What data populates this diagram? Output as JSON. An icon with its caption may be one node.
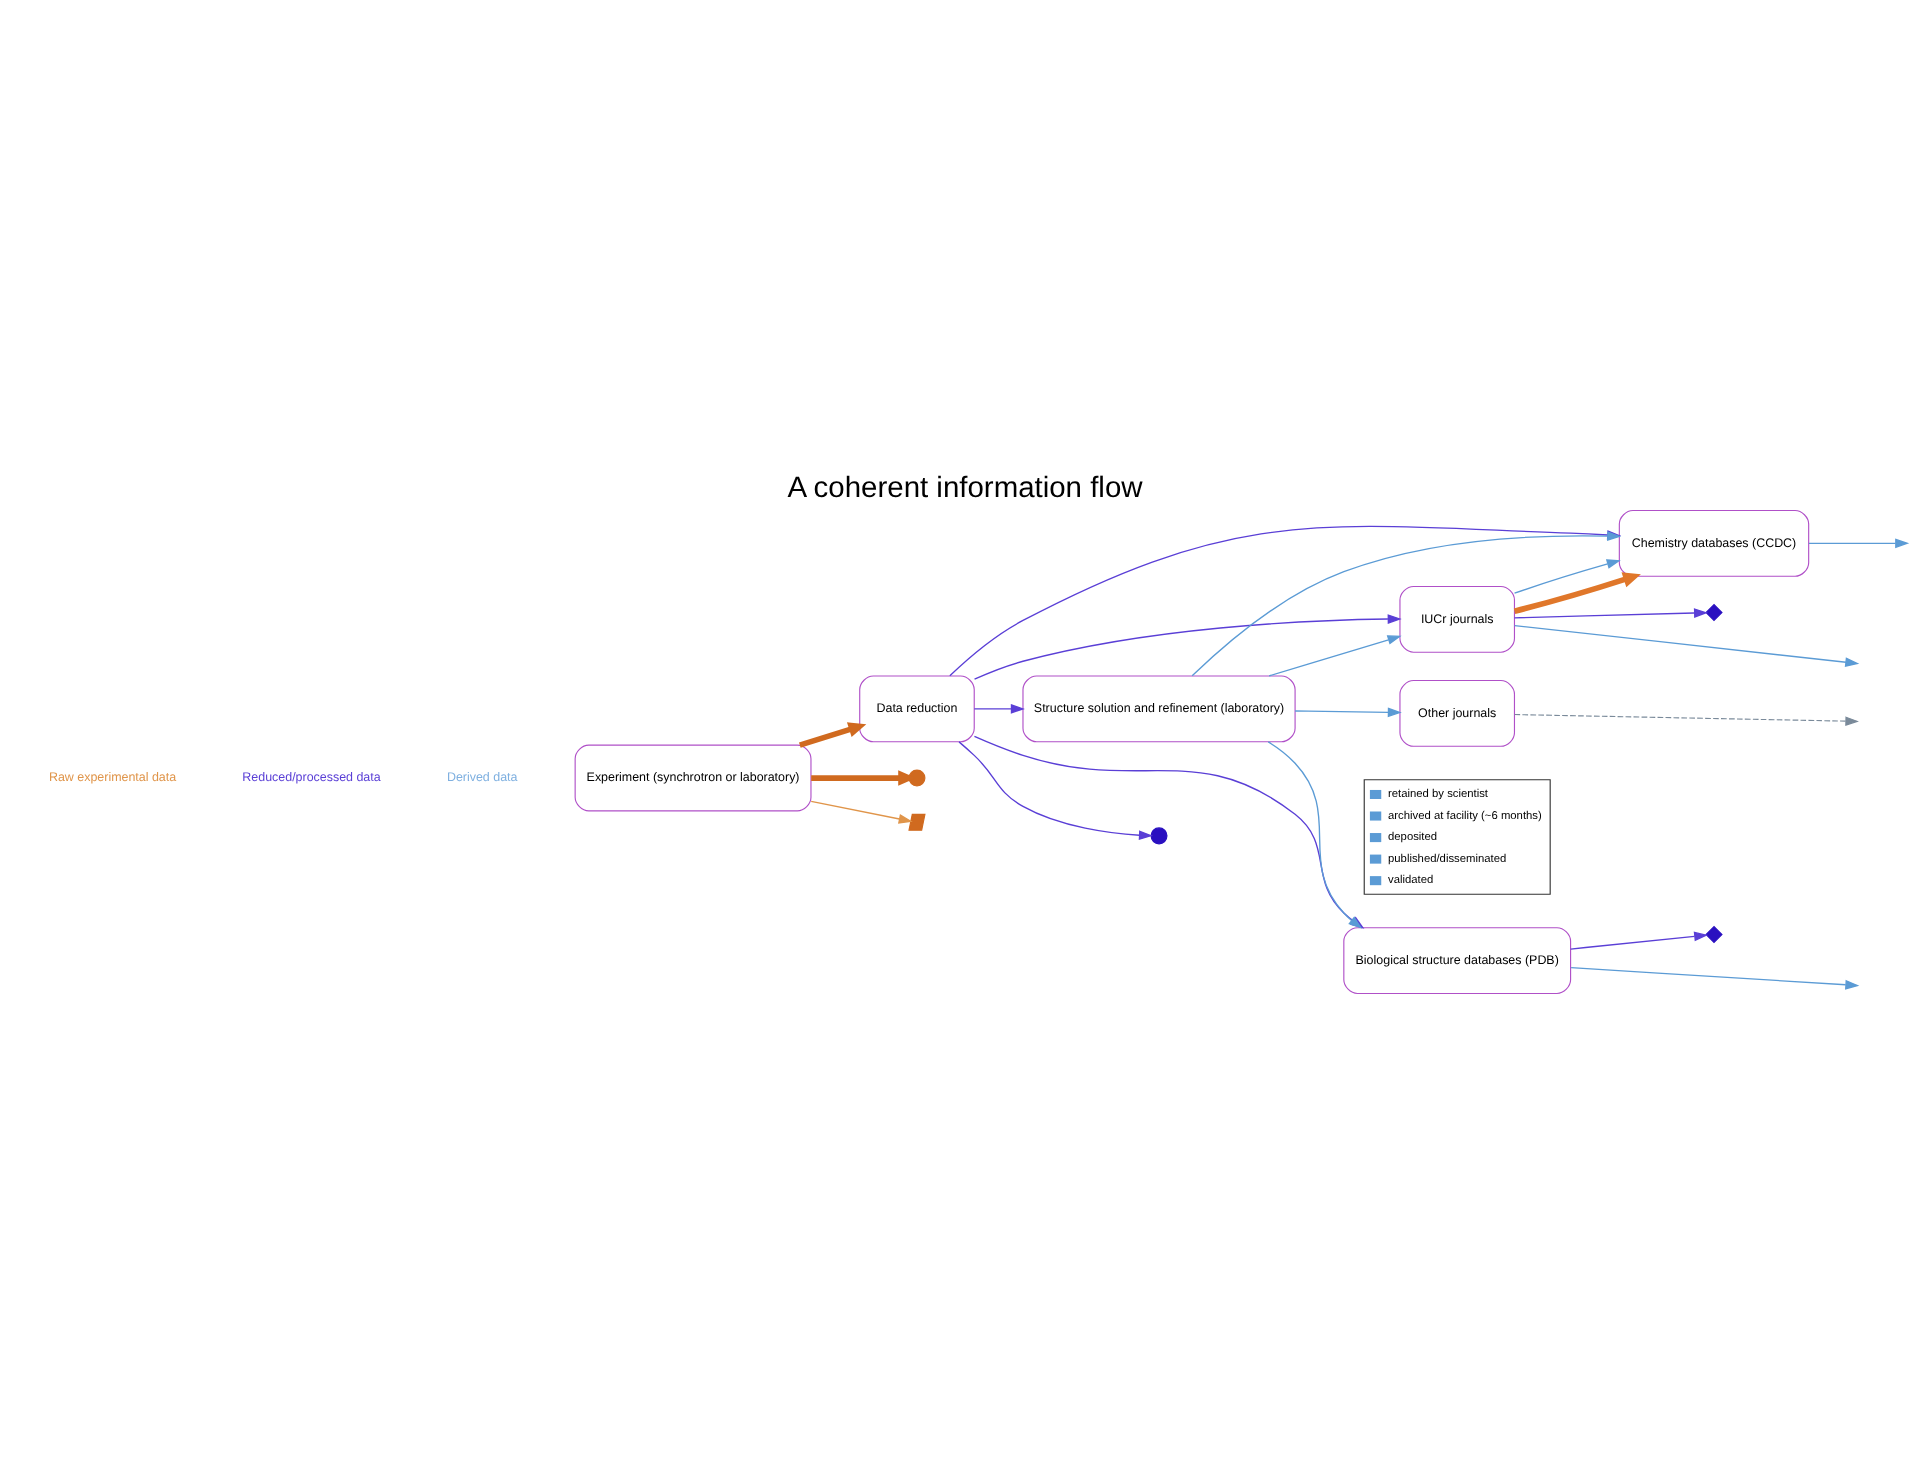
{
  "diagram": {
    "title": "A coherent information flow",
    "nodes": [
      {
        "text": [
          "Experiment (synchrotron or laboratory)"
        ]
      },
      {
        "text": [
          "Data reduction"
        ]
      },
      {
        "text": [
          "Structure solution and refinement (laboratory)"
        ]
      },
      {
        "text": [
          "IUCr journals"
        ]
      },
      {
        "text": [
          "Chemistry databases (CCDC)"
        ]
      },
      {
        "text": [
          "Other journals"
        ]
      },
      {
        "text": [
          "Biological structure databases (PDB)"
        ]
      },
      {
        "text": [],
        "shape": "circle"
      },
      {
        "text": [],
        "shape": "parallelogram"
      },
      {
        "text": [],
        "shape": "circle"
      },
      {
        "text": [],
        "shape": "diamond"
      },
      {
        "text": [],
        "shape": "diamond"
      }
    ],
    "edges": [
      {
        "from": 0,
        "to": 1,
        "arrow": "to",
        "style": "thick",
        "color": "#d06a1f"
      },
      {
        "from": 0,
        "to": 7,
        "arrow": "to",
        "style": "thick",
        "color": "#d06a1f"
      },
      {
        "from": 0,
        "to": 8,
        "arrow": "to",
        "color": "#e0954a"
      },
      {
        "from": 1,
        "to": 2,
        "arrow": "to",
        "color": "#5a3fd6"
      },
      {
        "from": 1,
        "to": 9,
        "arrow": "to",
        "color": "#5a3fd6"
      },
      {
        "from": 1,
        "to": 4,
        "arrow": "to",
        "color": "#5a3fd6"
      },
      {
        "from": 1,
        "to": 3,
        "arrow": "to",
        "color": "#5a3fd6"
      },
      {
        "from": 1,
        "to": 6,
        "arrow": "to",
        "color": "#5a3fd6"
      },
      {
        "from": 2,
        "to": 3,
        "arrow": "to"
      },
      {
        "from": 2,
        "to": 4,
        "arrow": "to"
      },
      {
        "from": 2,
        "to": 5,
        "arrow": "to"
      },
      {
        "from": 2,
        "to": 6,
        "arrow": "to"
      },
      {
        "from": 3,
        "to": 4,
        "arrow": "to",
        "style": "thick",
        "color": "#e0772a"
      },
      {
        "from": 3,
        "to": 4,
        "arrow": "to"
      },
      {
        "from": 3,
        "to": 10,
        "arrow": "to",
        "color": "#5a3fd6"
      },
      {
        "from": 3,
        "to": null,
        "arrow": "to"
      },
      {
        "from": 4,
        "to": null,
        "arrow": "to"
      },
      {
        "from": 6,
        "to": null,
        "arrow": "to"
      },
      {
        "from": 6,
        "to": 11,
        "arrow": "to",
        "color": "#5a3fd6"
      },
      {
        "from": 5,
        "to": null,
        "arrow": "to",
        "style": "dashed",
        "color": "#7a8a9a"
      }
    ],
    "legend": [
      {
        "text": "Raw experimental data",
        "color": "#e0954a"
      },
      {
        "text": "Reduced/processed data",
        "color": "#5a3fd6"
      },
      {
        "text": "Derived data",
        "color": "#7fb0e0"
      },
      {
        "text": "retained by scientist"
      },
      {
        "text": "archived at facility (~6 months)"
      },
      {
        "text": "deposited"
      },
      {
        "text": "published/disseminated"
      },
      {
        "text": "validated"
      }
    ]
  }
}
